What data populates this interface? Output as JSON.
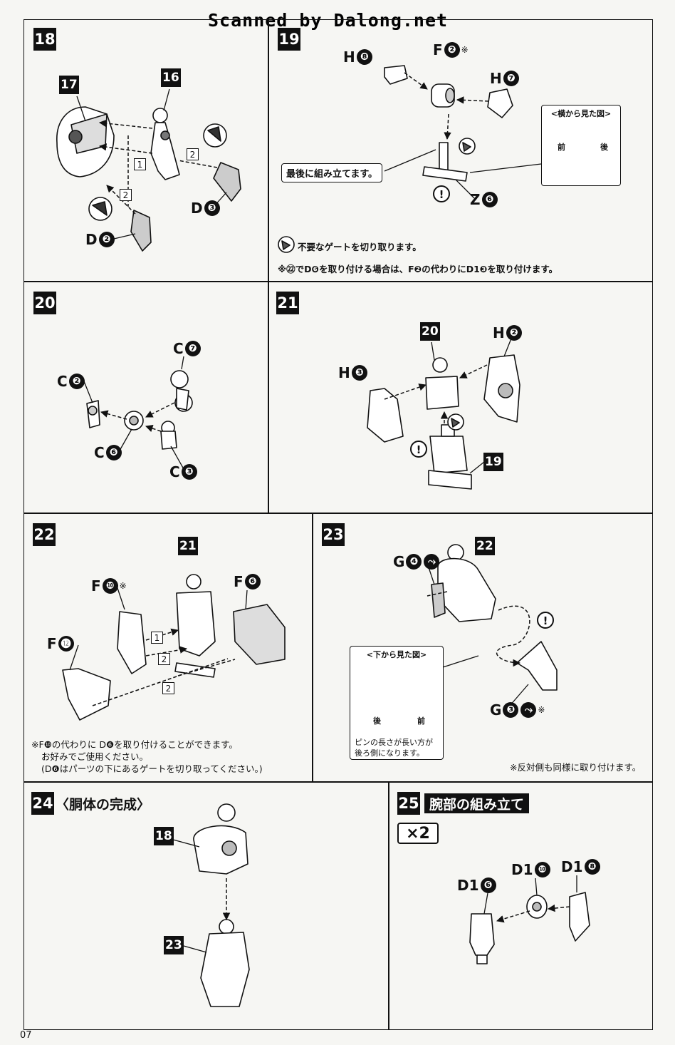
{
  "watermark": "Scanned by Dalong.net",
  "page_number": "07",
  "step18": {
    "number": "18",
    "refs": {
      "a": "17",
      "b": "16"
    },
    "parts": [
      {
        "letter": "D",
        "num": "❸"
      },
      {
        "letter": "D",
        "num": "❷"
      }
    ],
    "order": [
      "1",
      "2",
      "2"
    ]
  },
  "step19": {
    "number": "19",
    "parts": [
      {
        "letter": "H",
        "num": "❽"
      },
      {
        "letter": "F",
        "num": "❷",
        "note": "※"
      },
      {
        "letter": "H",
        "num": "❼"
      },
      {
        "letter": "Z",
        "num": "❻"
      }
    ],
    "callout": "最後に組み立てます。",
    "inset_title": "<横から見た図>",
    "inset_front": "前",
    "inset_back": "後",
    "gate_note": "不要なゲートを切り取ります。",
    "replace_note": "※㉒でD❻を取り付ける場合は、F❷の代わりにD1❸を取り付けます。"
  },
  "step20": {
    "number": "20",
    "parts": [
      {
        "letter": "C",
        "num": "❼"
      },
      {
        "letter": "C",
        "num": "❷"
      },
      {
        "letter": "C",
        "num": "❻"
      },
      {
        "letter": "C",
        "num": "❸"
      }
    ]
  },
  "step21": {
    "number": "21",
    "refs": {
      "a": "20",
      "b": "19"
    },
    "parts": [
      {
        "letter": "H",
        "num": "❷"
      },
      {
        "letter": "H",
        "num": "❸"
      }
    ]
  },
  "step22": {
    "number": "22",
    "refs": {
      "a": "21"
    },
    "parts": [
      {
        "letter": "F",
        "num": "❿",
        "note": "※"
      },
      {
        "letter": "F",
        "num": "❻"
      },
      {
        "letter": "F",
        "num": "⓬"
      }
    ],
    "order": [
      "1",
      "2",
      "2"
    ],
    "notes": [
      "※F❿の代わりに D❻を取り付けることができます。",
      "お好みでご使用ください。",
      "(D❻はパーツの下にあるゲートを切り取ってください。)"
    ]
  },
  "step23": {
    "number": "23",
    "refs": {
      "a": "22"
    },
    "parts": [
      {
        "letter": "G",
        "num": "❹"
      },
      {
        "letter": "G",
        "num": "❸",
        "note": "※"
      }
    ],
    "inset_title": "<下から見た図>",
    "inset_back": "後",
    "inset_front": "前",
    "inset_caption": [
      "ピンの長さが長い方が",
      "後ろ側になります。"
    ],
    "other_side_note": "※反対側も同様に取り付けます。"
  },
  "step24": {
    "number": "24",
    "title": "〈胴体の完成〉",
    "refs": {
      "a": "18",
      "b": "23"
    }
  },
  "step25": {
    "number": "25",
    "title": "腕部の組み立て",
    "multiplier": "×2",
    "parts": [
      {
        "letter": "D1",
        "num": "❻"
      },
      {
        "letter": "D1",
        "num": "❿"
      },
      {
        "letter": "D1",
        "num": "❽"
      }
    ]
  }
}
